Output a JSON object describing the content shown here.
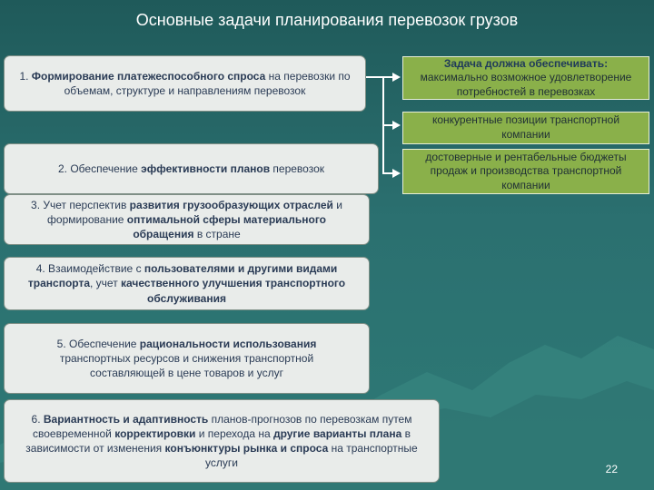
{
  "title": "Основные задачи планирования перевозок грузов",
  "tasks": [
    {
      "pre": "1. ",
      "b1": "Формирование платежеспособного спроса",
      "mid": " на перевозки по объемам, структуре и направлениям перевозок",
      "b2": "",
      "post": ""
    },
    {
      "pre": "2. Обеспечение ",
      "b1": "эффективности планов",
      "mid": " перевозок",
      "b2": "",
      "post": ""
    },
    {
      "pre": "3. Учет перспектив ",
      "b1": "развития грузообразующих отраслей",
      "mid": " и формирование ",
      "b2": "оптимальной сферы материального обращения",
      "post": " в стране"
    },
    {
      "pre": "4. Взаимодействие с ",
      "b1": "пользователями и другими видами транспорта",
      "mid": ", учет ",
      "b2": "качественного улучшения транспортного обслуживания",
      "post": ""
    },
    {
      "pre": "5. Обеспечение ",
      "b1": "рациональности использования",
      "mid": " транспортных ресурсов и снижения транспортной составляющей в цене товаров и услуг",
      "b2": "",
      "post": ""
    }
  ],
  "task6": {
    "pre": "6. ",
    "b1": "Вариантность и адаптивность",
    "t1": " планов-прогнозов по перевозкам путем своевременной ",
    "b2": "корректировки",
    "t2": " и перехода на ",
    "b3": "другие варианты плана",
    "t3": " в зависимости от изменения ",
    "b4": "конъюнктуры рынка и спроса",
    "t4": " на транспортные услуги"
  },
  "goals": {
    "heading": "Задача должна обеспечивать:",
    "item1": "максимально возможное удовлетворение потребностей в перевозках",
    "item2": "конкурентные позиции транспортной компании",
    "item3": "достоверные и рентабельные бюджеты продаж и производства транспортной компании"
  },
  "page_number": "22",
  "colors": {
    "green_box": "#8ab04a",
    "gray_box": "#e9ecea",
    "text": "#2a3b55"
  }
}
